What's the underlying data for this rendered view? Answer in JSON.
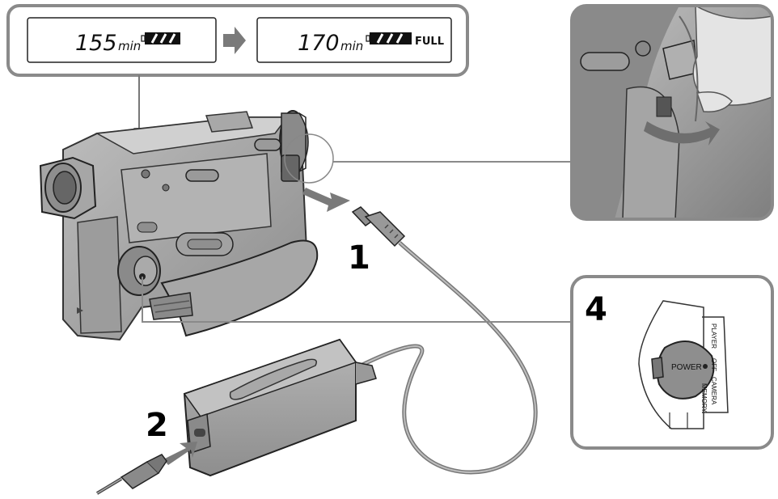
{
  "display_panel": {
    "before": {
      "value": "155",
      "unit": "min"
    },
    "after": {
      "value": "170",
      "unit": "min",
      "status": "FULL"
    }
  },
  "steps": {
    "step1": "1",
    "step2": "2",
    "step4": "4"
  },
  "power_switch": {
    "center_label": "POWER",
    "modes": [
      "PLAYER",
      "OFF",
      "CAMERA",
      "MEMORY"
    ]
  },
  "colors": {
    "panel_border": "#8a8a8a",
    "photo_gray": "#9a9a9a",
    "arrow": "#7a7a7a"
  }
}
